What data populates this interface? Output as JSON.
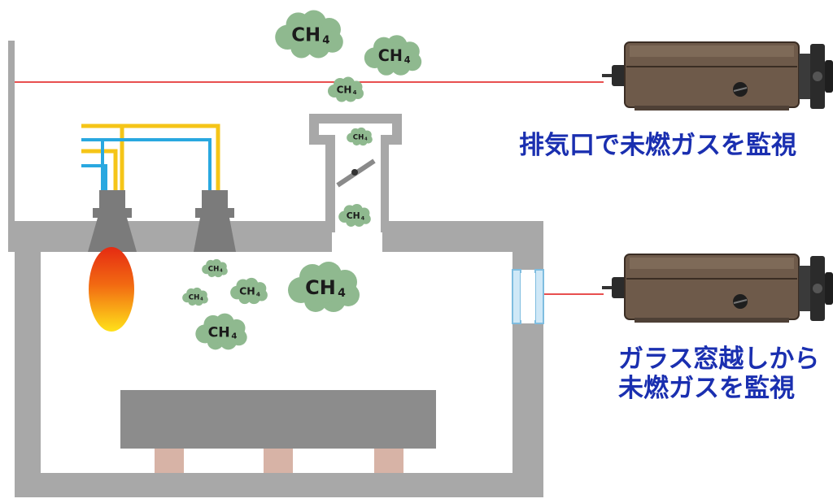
{
  "captions": {
    "top": "排気口で未燃ガスを監視",
    "bottom_line1": "ガラス窓越しから",
    "bottom_line2": "未燃ガスを監視"
  },
  "gas": {
    "formula": "CH",
    "subscript": "4"
  },
  "colors": {
    "wall": "#a8a8a8",
    "burner": "#7b7b7b",
    "pipe_yellow": "#f5c518",
    "pipe_blue": "#29a8e0",
    "laser": "#e11515",
    "cloud": "#8fb98f",
    "analyzer_body": "#6e5a4a",
    "hearth": "#8c8c8c",
    "support": "#d7b3a6",
    "caption": "#1a2fb0"
  },
  "icons": [
    "ch4-cloud-icon",
    "gas-analyzer-icon",
    "flame-icon",
    "damper-icon",
    "glass-window-icon"
  ]
}
